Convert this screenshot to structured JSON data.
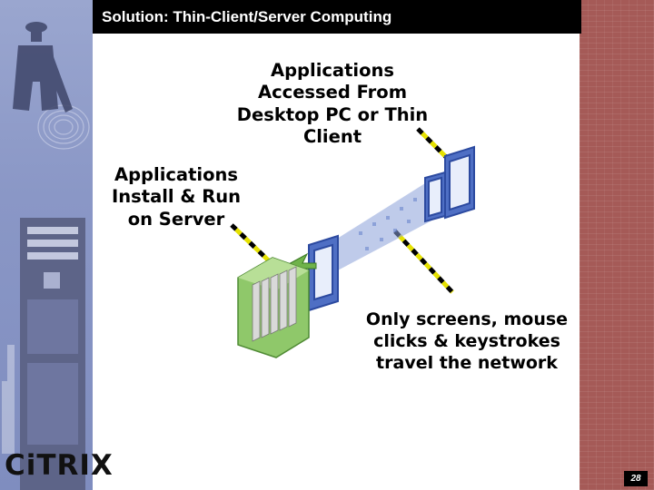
{
  "title": "Solution: Thin-Client/Server Computing",
  "callouts": {
    "accessed": "Applications Accessed From Desktop PC or Thin Client",
    "server": "Applications Install & Run on Server",
    "network": "Only screens, mouse clicks & keystrokes travel the network"
  },
  "logo_text": "CiTRIX",
  "page_number": "28",
  "colors": {
    "title_bg": "#000000",
    "left_panel": "#8a97c6",
    "right_strip": "#a55a57",
    "server_green": "#8fc86a",
    "device_blue": "#3557b5",
    "dash_yellow": "#e5e100"
  }
}
